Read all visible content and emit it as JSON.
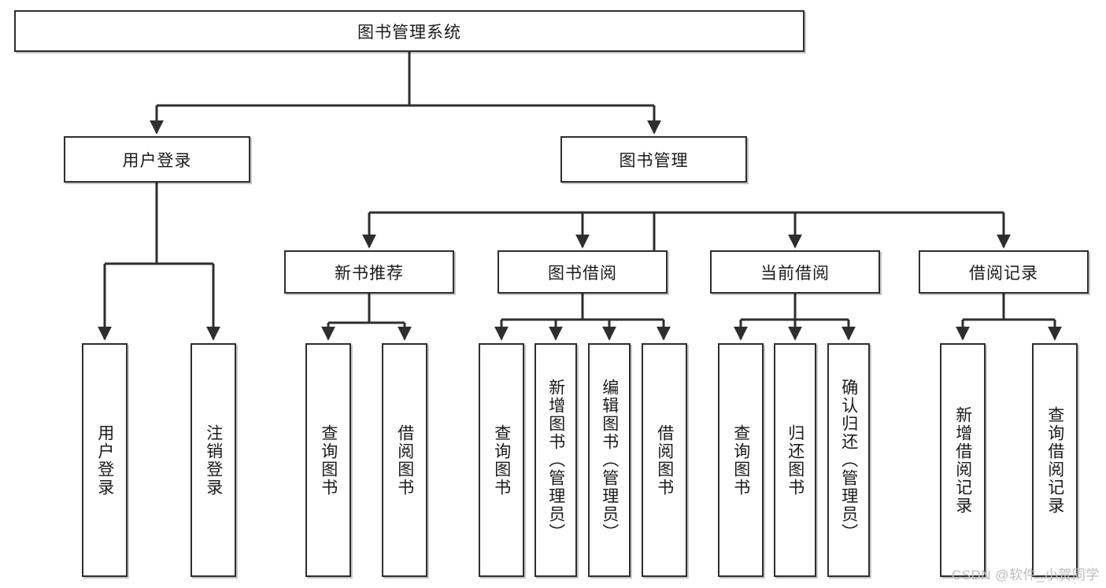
{
  "diagram": {
    "title": "图书管理系统",
    "type": "tree-hierarchy-diagram",
    "root": {
      "label": "图书管理系统"
    },
    "level1": [
      {
        "id": "user-login",
        "label": "用户登录"
      },
      {
        "id": "book-management",
        "label": "图书管理"
      }
    ],
    "level2": [
      {
        "id": "new-book-recommend",
        "label": "新书推荐",
        "parent": "book-management"
      },
      {
        "id": "book-borrow",
        "label": "图书借阅",
        "parent": "book-management"
      },
      {
        "id": "current-borrow",
        "label": "当前借阅",
        "parent": "book-management"
      },
      {
        "id": "borrow-record",
        "label": "借阅记录",
        "parent": "book-management"
      }
    ],
    "leaves": [
      {
        "id": "leaf-user-login",
        "label": "用户登录",
        "parent": "user-login"
      },
      {
        "id": "leaf-logout-login",
        "label": "注销登录",
        "parent": "user-login"
      },
      {
        "id": "leaf-query-book-1",
        "label": "查询图书",
        "parent": "new-book-recommend"
      },
      {
        "id": "leaf-borrow-book-1",
        "label": "借阅图书",
        "parent": "new-book-recommend"
      },
      {
        "id": "leaf-query-book-2",
        "label": "查询图书",
        "parent": "book-borrow"
      },
      {
        "id": "leaf-add-book",
        "label": "新增图书（管理员）",
        "parent": "book-borrow"
      },
      {
        "id": "leaf-edit-book",
        "label": "编辑图书（管理员）",
        "parent": "book-borrow"
      },
      {
        "id": "leaf-borrow-book-2",
        "label": "借阅图书",
        "parent": "book-borrow"
      },
      {
        "id": "leaf-query-book-3",
        "label": "查询图书",
        "parent": "current-borrow"
      },
      {
        "id": "leaf-return-book",
        "label": "归还图书",
        "parent": "current-borrow"
      },
      {
        "id": "leaf-confirm-return",
        "label": "确认归还（管理员）",
        "parent": "current-borrow"
      },
      {
        "id": "leaf-add-record",
        "label": "新增借阅记录",
        "parent": "borrow-record"
      },
      {
        "id": "leaf-query-record",
        "label": "查询借阅记录",
        "parent": "borrow-record"
      }
    ],
    "watermark": "CSDN @软件_小贺同学",
    "colors": {
      "box_border": "#2e2e2e",
      "box_fill": "#ffffff",
      "connector": "#2e2e2e",
      "text": "#1a1a1a",
      "watermark": "#bdbdbd",
      "background": "#ffffff"
    }
  }
}
